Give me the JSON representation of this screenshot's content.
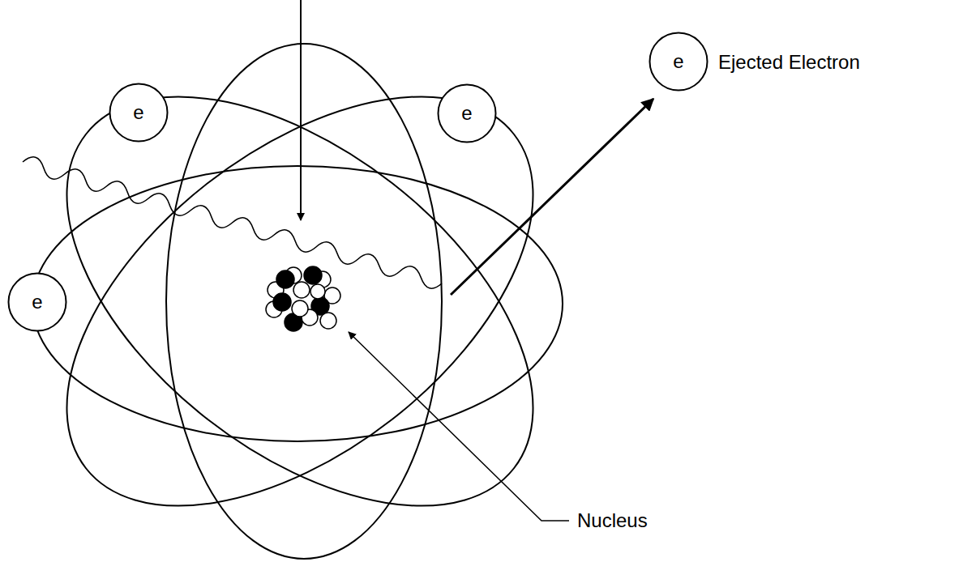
{
  "diagram": {
    "nodes": [
      {
        "text": [
          "e"
        ]
      },
      {
        "text": [
          "e"
        ]
      },
      {
        "text": [
          "e"
        ]
      },
      {
        "text": [
          "e"
        ]
      }
    ],
    "labels": [
      "Ejected Electron",
      "Nucleus"
    ]
  }
}
